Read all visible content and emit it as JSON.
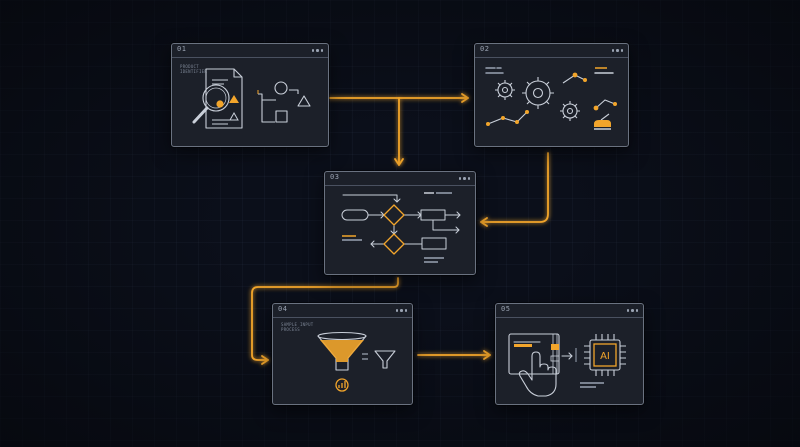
{
  "windows": [
    {
      "number": "01",
      "caption": "PRODUCT\nIDENTIFIER"
    },
    {
      "number": "02"
    },
    {
      "number": "03"
    },
    {
      "number": "04",
      "caption": "SAMPLE INPUT\nPROCESS"
    },
    {
      "number": "05"
    }
  ],
  "icons": [
    "document-magnifier-icon",
    "gears-icon",
    "flowchart-icon",
    "funnel-icon",
    "hand-touch-icon",
    "ai-chip-icon"
  ],
  "ai_label": "AI",
  "colors": {
    "accent": "#f2a52b",
    "line": "#c9cfd9",
    "panel": "#1c2029",
    "background": "#0b0f1a"
  }
}
